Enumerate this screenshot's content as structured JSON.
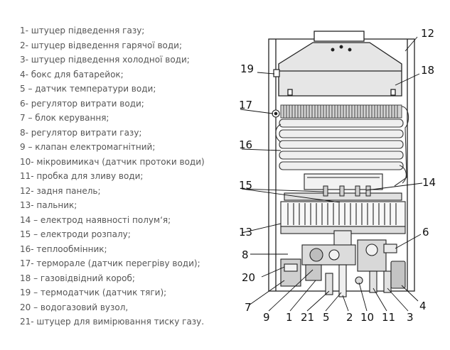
{
  "legend": [
    "1- штуцер підведення газу;",
    "2- штуцер відведення гарячої води;",
    "3- штуцер підведення холодної води;",
    "4- бокс для батарейок;",
    "5 – датчик температури води;",
    "6- регулятор витрати води;",
    "7 – блок керування;",
    "8- регулятор витрати газу;",
    "9 – клапан електромагнітний;",
    "10- мікровимикач (датчик протоки води)",
    "11- пробка для зливу води;",
    "12- задня панель;",
    "13- пальник;",
    "14 – електрод наявності полум‘я;",
    "15 – електроди розпалу;",
    "16- теплообмінник;",
    "17- терморале (датчик перегріву води);",
    "18 – газовідвідний короб;",
    "19 – термодатчик (датчик тяги);",
    "20 – водогазовий вузол,",
    "21- штуцер для вимірювання тиску газу."
  ],
  "callouts": {
    "c1": "1",
    "c2": "2",
    "c3": "3",
    "c4": "4",
    "c5": "5",
    "c6": "6",
    "c7": "7",
    "c8": "8",
    "c9": "9",
    "c10": "10",
    "c11": "11",
    "c12": "12",
    "c13": "13",
    "c14": "14",
    "c15": "15",
    "c16": "16",
    "c17": "17",
    "c18": "18",
    "c19": "19",
    "c20": "20",
    "c21": "21"
  }
}
